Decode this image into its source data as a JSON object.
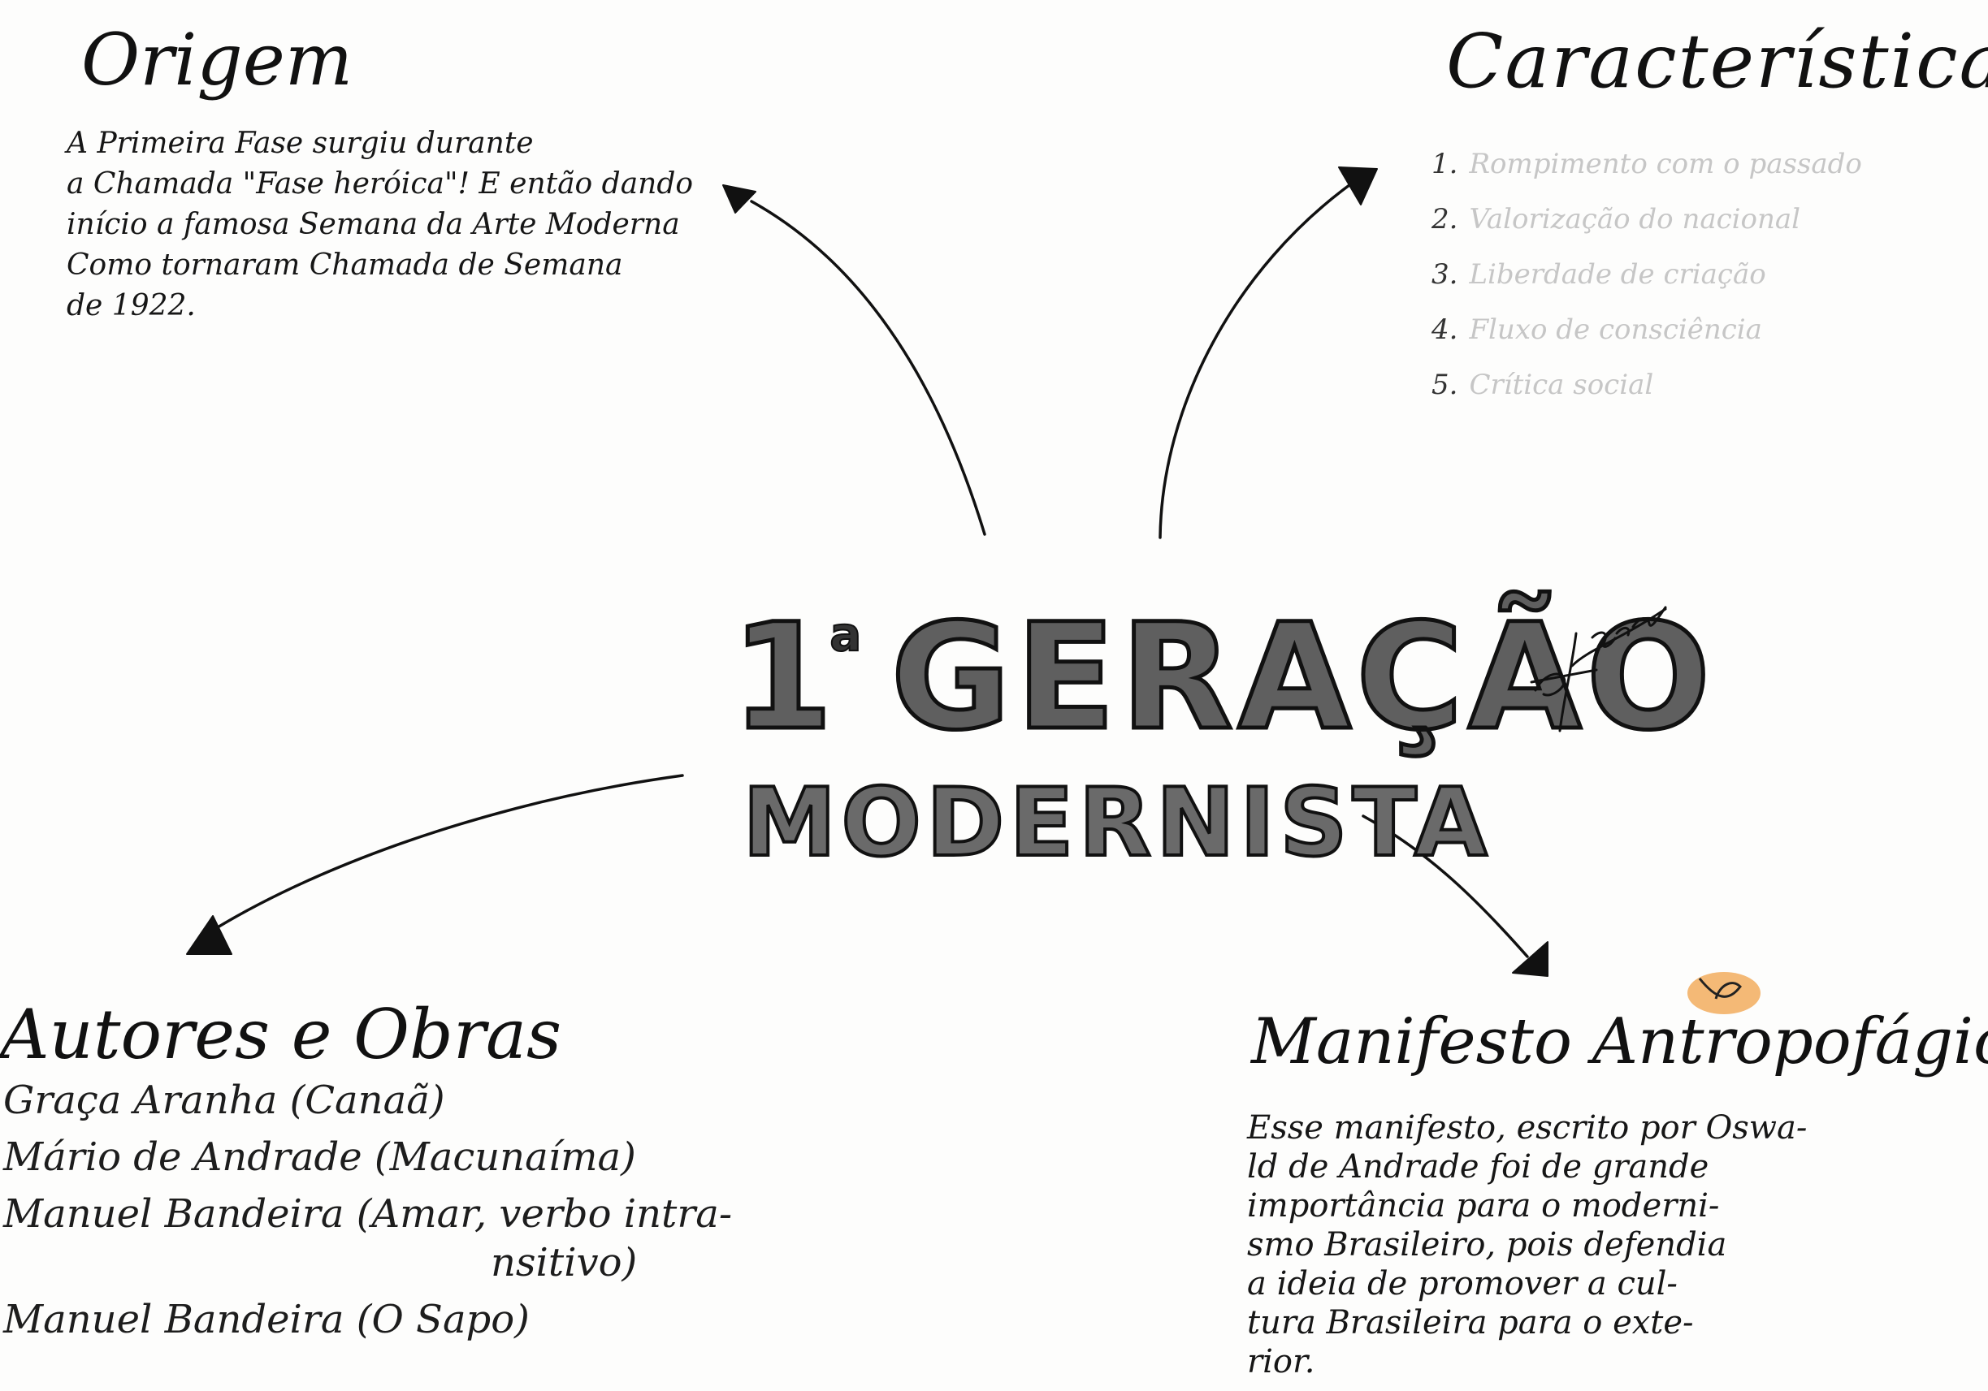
{
  "central": {
    "number": "1",
    "superscript": "a",
    "word": "GERAÇÃO",
    "subtitle": "MODERNISTA"
  },
  "origem": {
    "title": "Origem",
    "lines": [
      "A Primeira Fase surgiu durante",
      "a Chamada \"Fase heróica\"! E então dando",
      "início a famosa Semana da Arte Moderna",
      "Como tornaram Chamada de Semana",
      "de 1922."
    ]
  },
  "caracteristicas": {
    "title": "Características",
    "items": [
      {
        "num": "1.",
        "text": "Rompimento com o passado"
      },
      {
        "num": "2.",
        "text": "Valorização do nacional"
      },
      {
        "num": "3.",
        "text": "Liberdade de criação"
      },
      {
        "num": "4.",
        "text": "Fluxo de consciência"
      },
      {
        "num": "5.",
        "text": "Crítica social"
      }
    ]
  },
  "autores": {
    "title": "Autores e Obras",
    "items": [
      {
        "text": "Graça Aranha (Canaã)",
        "continuation": ""
      },
      {
        "text": "Mário de Andrade (Macunaíma)",
        "continuation": ""
      },
      {
        "text": "Manuel Bandeira (Amar, verbo intra-",
        "continuation": "nsitivo)"
      },
      {
        "text": "Manuel Bandeira (O Sapo)",
        "continuation": ""
      }
    ]
  },
  "manifesto": {
    "title": "Manifesto Antropofágico",
    "lines": [
      "Esse manifesto, escrito por Oswa-",
      "ld de Andrade foi de grande",
      "importância para o moderni-",
      "smo Brasileiro, pois defendia",
      "a ideia de promover a cul-",
      "tura Brasileira para o exte-",
      "rior."
    ]
  },
  "colors": {
    "ink": "#111111",
    "fill_gray": "#5f5f5f",
    "faded": "#c6c6c6",
    "orange_smudge": "#f0a24a"
  }
}
